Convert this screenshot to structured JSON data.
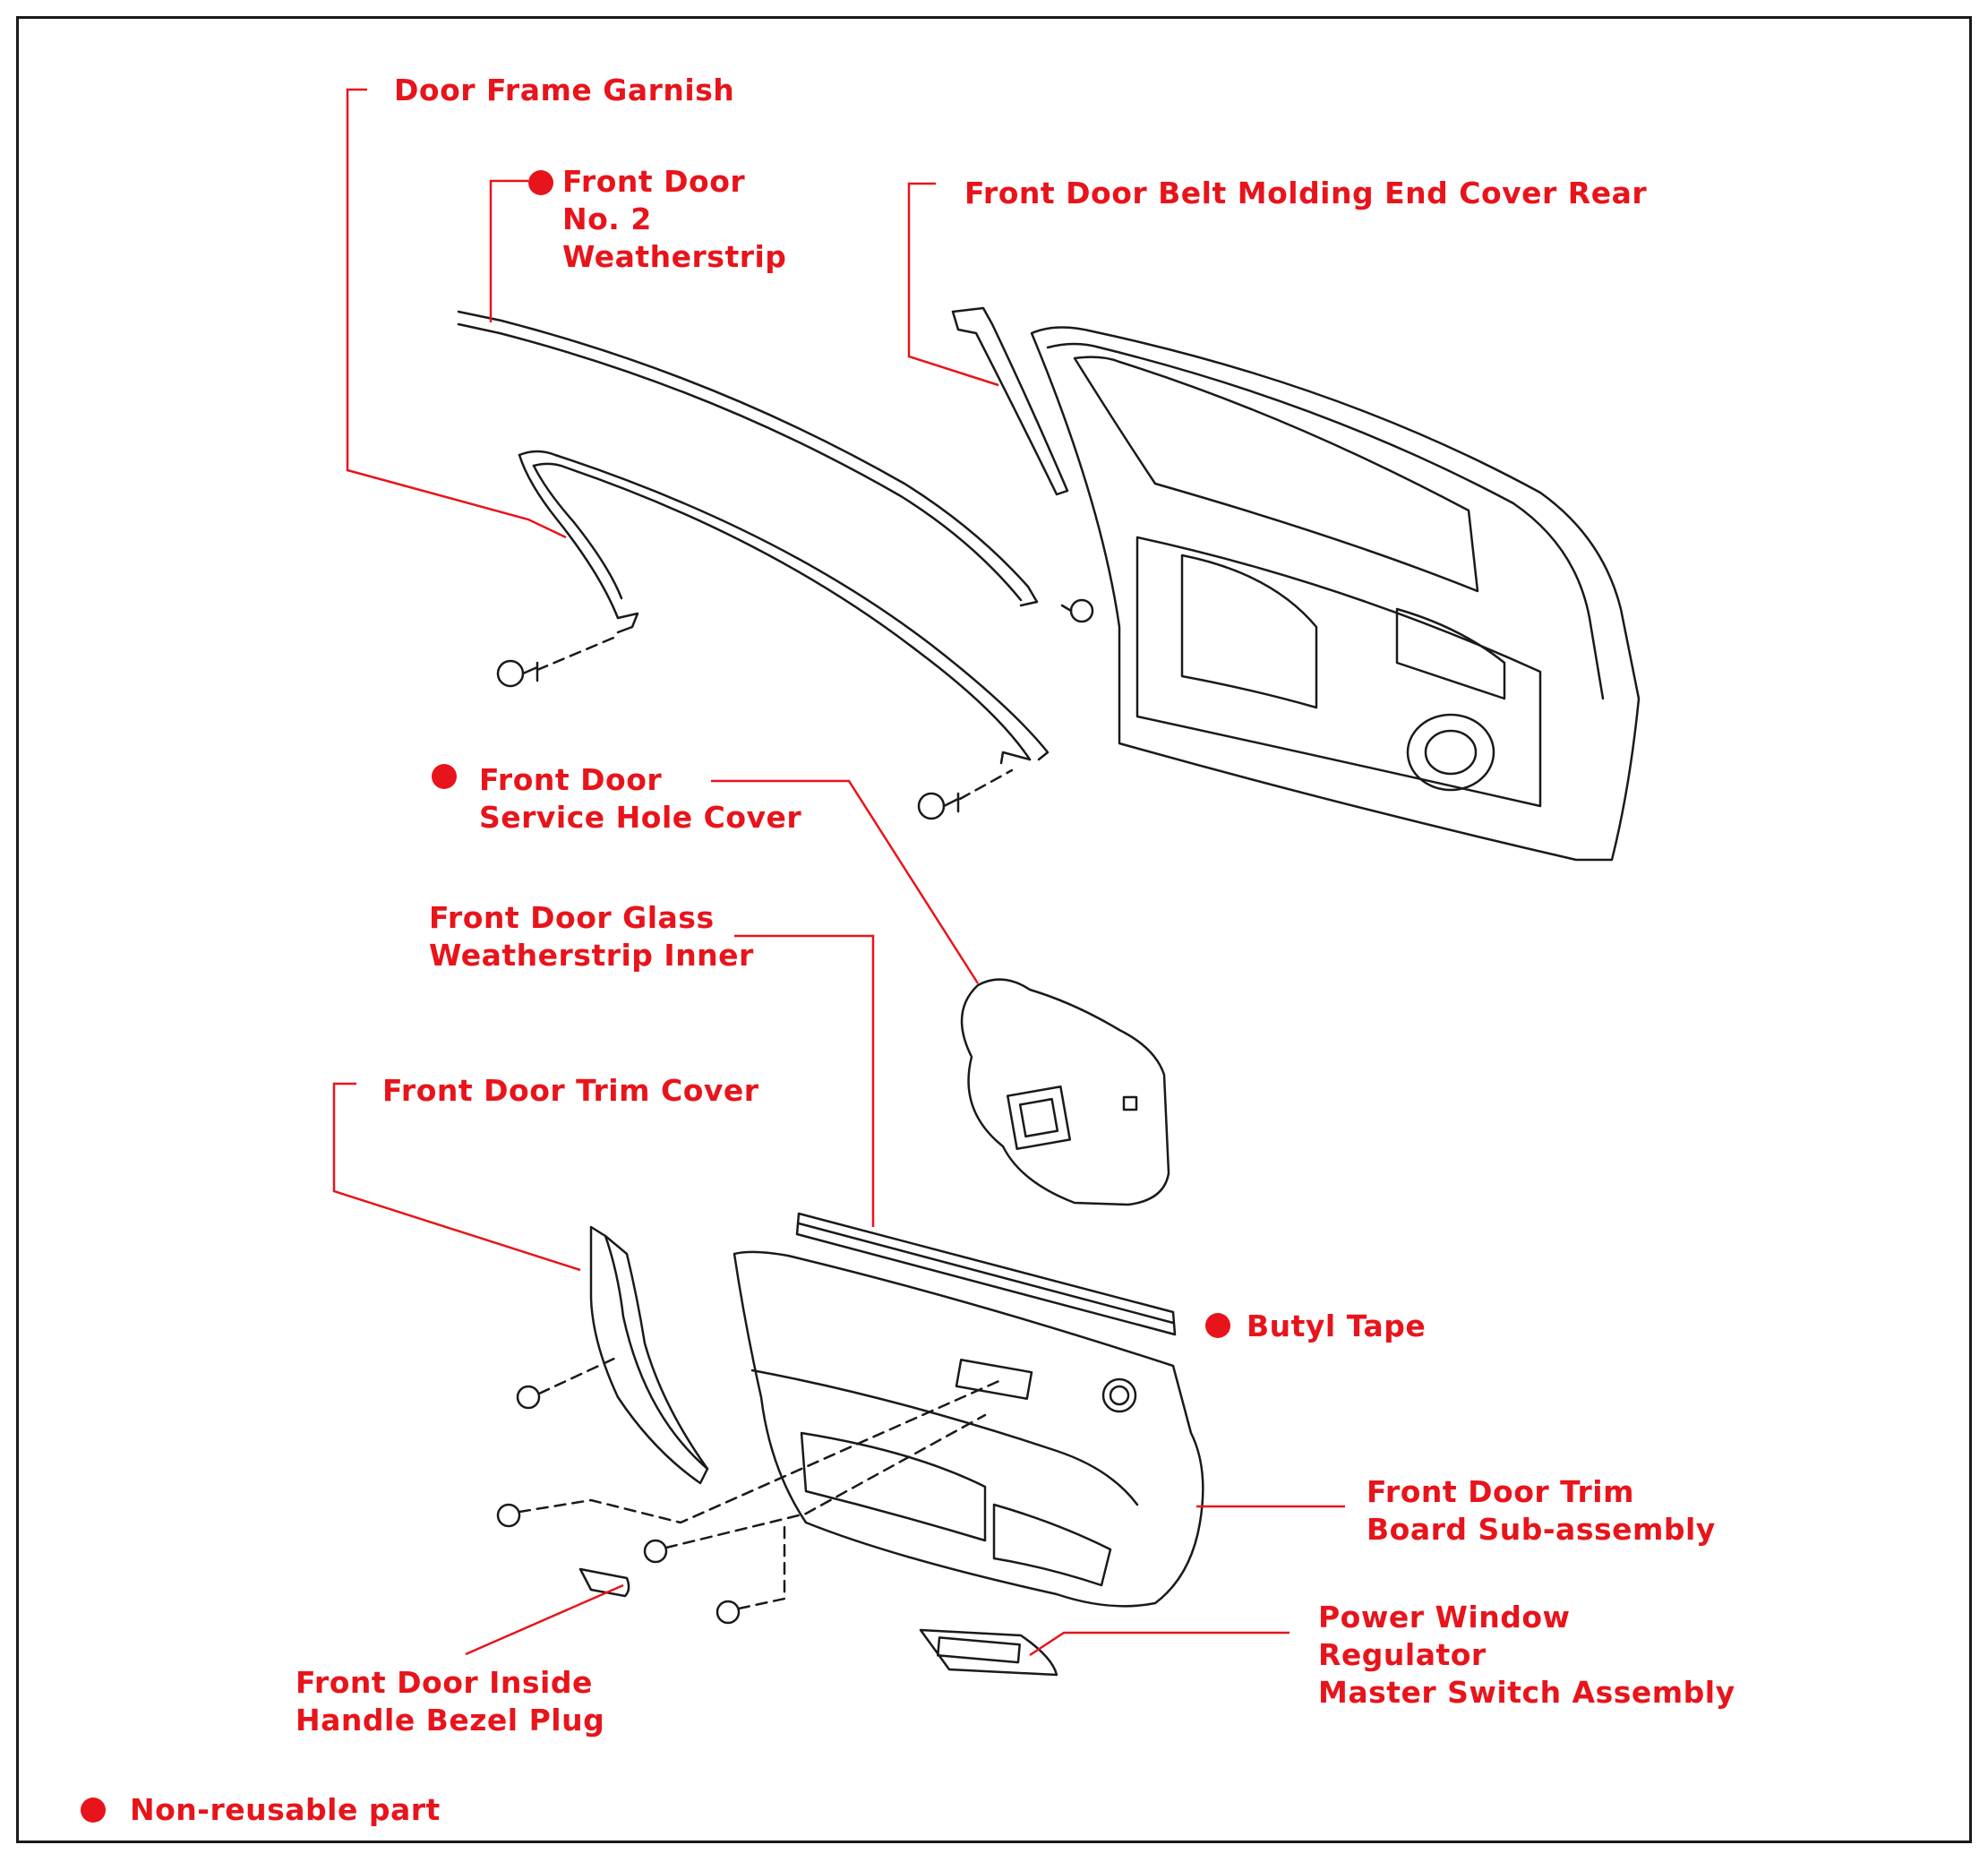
{
  "labels": {
    "door_frame_garnish": "Door Frame Garnish",
    "no2_weatherstrip": [
      "Front Door",
      "No. 2",
      "Weatherstrip"
    ],
    "belt_molding_end_cover": "Front Door Belt Molding End Cover Rear",
    "service_hole_cover": [
      "Front Door",
      "Service Hole Cover"
    ],
    "glass_weatherstrip_inner": [
      "Front Door Glass",
      "Weatherstrip Inner"
    ],
    "trim_cover": "Front Door Trim Cover",
    "butyl_tape": "Butyl Tape",
    "trim_board": [
      "Front Door Trim",
      "Board Sub-assembly"
    ],
    "master_switch": [
      "Power Window",
      "Regulator",
      "Master Switch Assembly"
    ],
    "bezel_plug": [
      "Front Door Inside",
      "Handle Bezel Plug"
    ]
  },
  "legend": {
    "text": "Non-reusable part"
  },
  "colors": {
    "label": "#e8141b",
    "line": "#e8141b",
    "drawing": "#1a1a1a"
  }
}
